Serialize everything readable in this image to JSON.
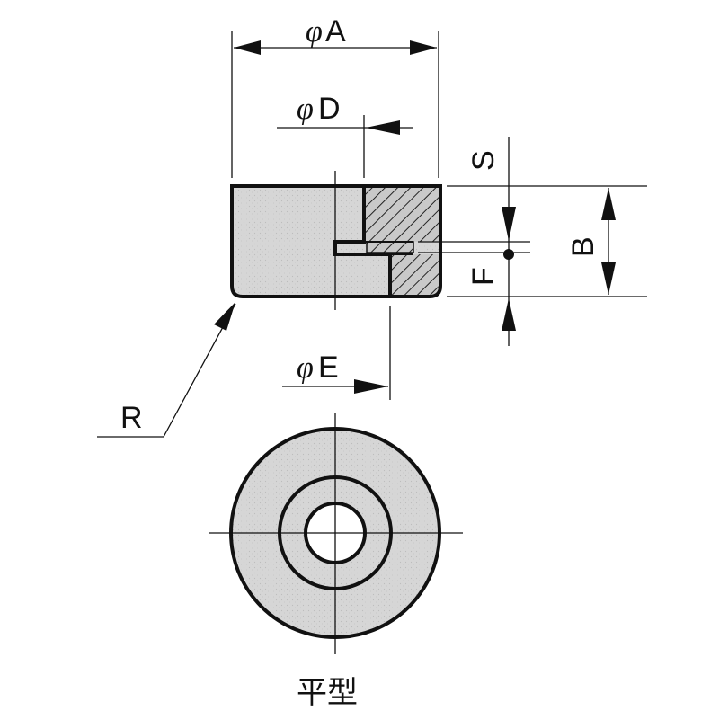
{
  "labels": {
    "dim_A": "A",
    "dim_D": "D",
    "dim_E": "E",
    "dim_S": "S",
    "dim_B": "B",
    "dim_F": "F",
    "radius_R": "R",
    "phi_symbol": "φ",
    "title": "平型"
  },
  "colors": {
    "line": "#111111",
    "body_fill": "#d6d6d6",
    "hatch_fill": "#c9c9c9",
    "background": "#ffffff"
  }
}
